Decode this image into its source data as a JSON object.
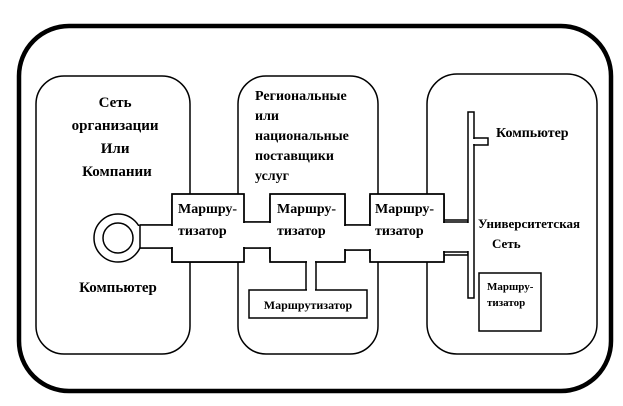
{
  "org": {
    "title_lines": [
      "Сеть",
      "организации",
      "Или",
      "Компании"
    ],
    "computer_label": "Компьютер"
  },
  "providers": {
    "title_lines": [
      "Региональные",
      "или",
      "национальные",
      "поставщики",
      "услуг"
    ],
    "router_label": "Маршрутизатор"
  },
  "routers": [
    {
      "lines": [
        "Маршру-",
        "тизатор"
      ]
    },
    {
      "lines": [
        "Маршру-",
        "тизатор"
      ]
    },
    {
      "lines": [
        "Маршру-",
        "тизатор"
      ]
    }
  ],
  "university": {
    "computer_label": "Компьютер",
    "network_lines": [
      "Университетская",
      "Сеть"
    ],
    "router_lines": [
      "Маршру-",
      "тизатор"
    ]
  }
}
